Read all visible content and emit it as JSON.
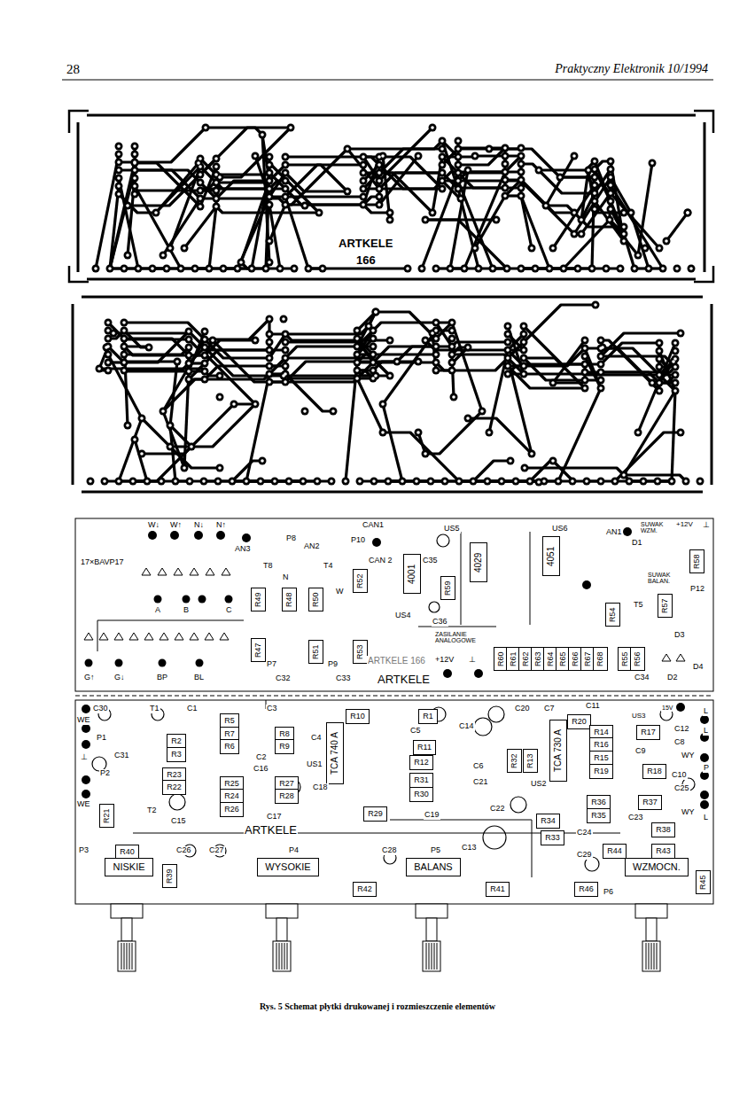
{
  "diagram": {
    "caption": "Rys. 5 Schemat płytki drukowanej i rozmieszczenie elementów",
    "nodes": [
      {
        "text": [
          "R5"
        ]
      },
      {
        "text": [
          "R7"
        ]
      },
      {
        "text": [
          "R6"
        ]
      },
      {
        "text": [
          "R2"
        ]
      },
      {
        "text": [
          "R3"
        ]
      },
      {
        "text": [
          "R23"
        ]
      },
      {
        "text": [
          "R22"
        ]
      },
      {
        "text": [
          "R25"
        ]
      },
      {
        "text": [
          "R24"
        ]
      },
      {
        "text": [
          "R26"
        ]
      },
      {
        "text": [
          "R8"
        ]
      },
      {
        "text": [
          "R9"
        ]
      },
      {
        "text": [
          "R27"
        ]
      },
      {
        "text": [
          "R28"
        ]
      },
      {
        "text": [
          "R10"
        ]
      },
      {
        "text": [
          "R1"
        ]
      },
      {
        "text": [
          "R11"
        ]
      },
      {
        "text": [
          "R12"
        ]
      },
      {
        "text": [
          "R31"
        ]
      },
      {
        "text": [
          "R30"
        ]
      },
      {
        "text": [
          "R29"
        ]
      },
      {
        "text": [
          "R20"
        ]
      },
      {
        "text": [
          "R14"
        ]
      },
      {
        "text": [
          "R16"
        ]
      },
      {
        "text": [
          "R15"
        ]
      },
      {
        "text": [
          "R19"
        ]
      },
      {
        "text": [
          "R17"
        ]
      },
      {
        "text": [
          "R18"
        ]
      },
      {
        "text": [
          "R36"
        ]
      },
      {
        "text": [
          "R35"
        ]
      },
      {
        "text": [
          "R37"
        ]
      },
      {
        "text": [
          "R38"
        ]
      },
      {
        "text": [
          "R34"
        ]
      },
      {
        "text": [
          "R33"
        ]
      },
      {
        "text": [
          "R44"
        ]
      },
      {
        "text": [
          "R43"
        ]
      },
      {
        "text": [
          "R46"
        ]
      },
      {
        "text": [
          "R40"
        ]
      },
      {
        "text": [
          "R42"
        ]
      },
      {
        "text": [
          "R41"
        ]
      },
      {
        "text": [
          "R45"
        ]
      },
      {
        "text": [
          "R39"
        ]
      },
      {
        "text": [
          "R21"
        ]
      },
      {
        "text": [
          "R32"
        ]
      },
      {
        "text": [
          "R13"
        ]
      },
      {
        "text": [
          "NISKIE"
        ]
      },
      {
        "text": [
          "WYSOKIE"
        ]
      },
      {
        "text": [
          "BALANS"
        ]
      },
      {
        "text": [
          "WZMOCN."
        ]
      },
      {
        "text": [
          "TCA 740 A"
        ]
      },
      {
        "text": [
          "TCA 730 A"
        ]
      },
      {
        "text": [
          "4001"
        ]
      },
      {
        "text": [
          "4029"
        ]
      },
      {
        "text": [
          "4051"
        ]
      },
      {
        "text": [
          "R49"
        ]
      },
      {
        "text": [
          "R48"
        ]
      },
      {
        "text": [
          "R50"
        ]
      },
      {
        "text": [
          "R52"
        ]
      },
      {
        "text": [
          "R47"
        ]
      },
      {
        "text": [
          "R51"
        ]
      },
      {
        "text": [
          "R53"
        ]
      },
      {
        "text": [
          "R59"
        ]
      },
      {
        "text": [
          "R60"
        ]
      },
      {
        "text": [
          "R61"
        ]
      },
      {
        "text": [
          "R62"
        ]
      },
      {
        "text": [
          "R63"
        ]
      },
      {
        "text": [
          "R64"
        ]
      },
      {
        "text": [
          "R65"
        ]
      },
      {
        "text": [
          "R66"
        ]
      },
      {
        "text": [
          "R67"
        ]
      },
      {
        "text": [
          "R68"
        ]
      },
      {
        "text": [
          "R54"
        ]
      },
      {
        "text": [
          "R55"
        ]
      },
      {
        "text": [
          "R56"
        ]
      },
      {
        "text": [
          "R57"
        ]
      },
      {
        "text": [
          "R58"
        ]
      }
    ],
    "labels": [
      "28",
      "Praktyczny Elektronik 10/1994",
      "ARTKELE",
      "166",
      "W↓",
      "W↑",
      "N↓",
      "N↑",
      "17×BAVP17",
      "AN3",
      "P8",
      "AN2",
      "P10",
      "CAN1",
      "US5",
      "US6",
      "AN1",
      "SUWAK WZM.",
      "+12V",
      "⊥",
      "T8",
      "N",
      "T4",
      "W",
      "CAN 2",
      "US4",
      "C35",
      "C36",
      "D1",
      "SUWAK BALAN.",
      "T5",
      "P12",
      "D3",
      "D4",
      "ARTKELE 166",
      "ZASILANIE ANALOGOWE",
      "+12V",
      "⊥",
      "ARTKELE",
      "A",
      "B",
      "C",
      "G↑",
      "G↓",
      "BP",
      "BL",
      "P7",
      "C32",
      "P9",
      "C33",
      "C34",
      "D2",
      "C30",
      "T1",
      "C1",
      "C3",
      "C4",
      "WE",
      "P1",
      "⊥",
      "C31",
      "P2",
      "WE",
      "T2",
      "C15",
      "C2",
      "C16",
      "C17",
      "C18",
      "US1",
      "C5",
      "C6",
      "C21",
      "C14",
      "C20",
      "C7",
      "C11",
      "C12",
      "C8",
      "C9",
      "C10",
      "C25",
      "C13",
      "C22",
      "C19",
      "C24",
      "C23",
      "C29",
      "C26",
      "C27",
      "C28",
      "P3",
      "P4",
      "P5",
      "P6",
      "US3",
      "15V",
      "L",
      "L",
      "WY",
      "P",
      "WY",
      "L",
      "ARTKELE",
      "US2"
    ]
  }
}
